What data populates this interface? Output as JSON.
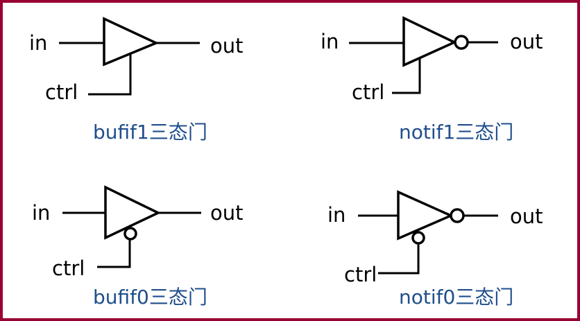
{
  "gates": [
    {
      "name": "bufif1",
      "in": "in",
      "out": "out",
      "ctrl": "ctrl",
      "caption": "bufif1三态门",
      "inverted_output": false,
      "active_low_ctrl": false
    },
    {
      "name": "notif1",
      "in": "in",
      "out": "out",
      "ctrl": "ctrl",
      "caption": "notif1三态门",
      "inverted_output": true,
      "active_low_ctrl": false
    },
    {
      "name": "bufif0",
      "in": "in",
      "out": "out",
      "ctrl": "ctrl",
      "caption": "bufif0三态门",
      "inverted_output": false,
      "active_low_ctrl": true
    },
    {
      "name": "notif0",
      "in": "in",
      "out": "out",
      "ctrl": "ctrl",
      "caption": "notif0三态门",
      "inverted_output": true,
      "active_low_ctrl": true
    }
  ],
  "colors": {
    "border": "#990033",
    "caption": "#1f4e8c"
  }
}
